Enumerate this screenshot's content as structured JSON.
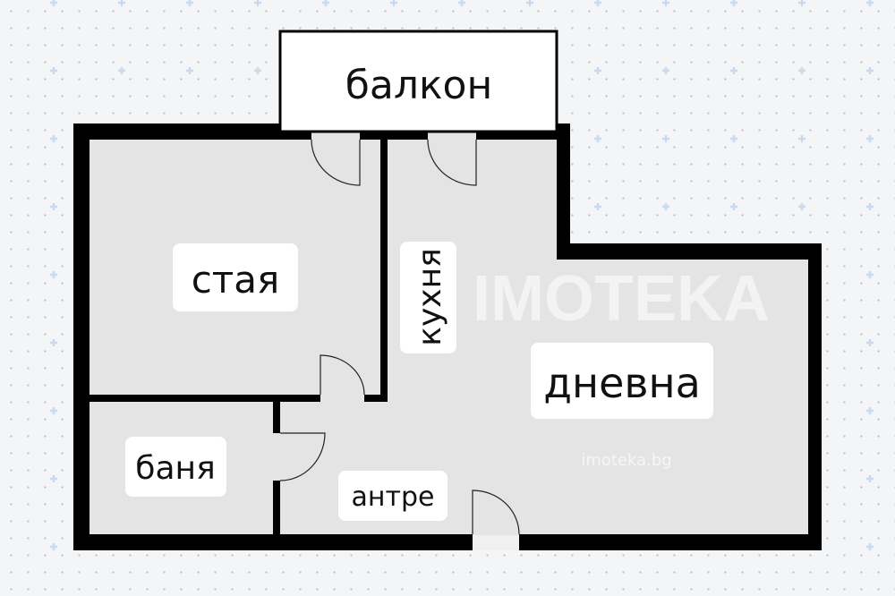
{
  "rooms": {
    "balcony": "балкон",
    "bedroom": "стая",
    "kitchen": "кухня",
    "living": "дневна",
    "bathroom": "баня",
    "hallway": "антре"
  },
  "watermark": {
    "logo": "IMOTEKA",
    "url": "imoteka.bg"
  },
  "colors": {
    "wall": "#000000",
    "floor": "#e4e4e4",
    "balcony": "#ffffff",
    "grid_accent": "#c9d9ee"
  }
}
